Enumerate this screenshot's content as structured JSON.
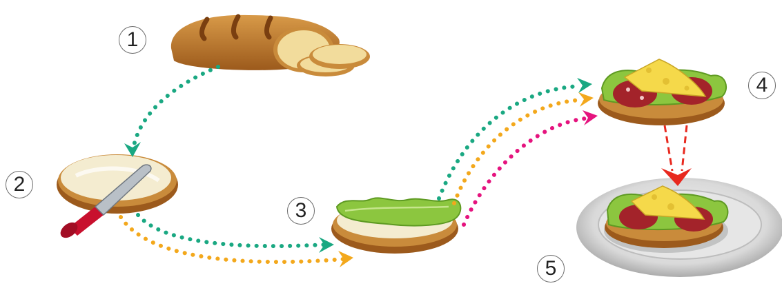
{
  "steps": [
    {
      "number": "1",
      "icon": "bread-loaf-icon"
    },
    {
      "number": "2",
      "icon": "butter-knife-bread-icon"
    },
    {
      "number": "3",
      "icon": "lettuce-bread-icon"
    },
    {
      "number": "4",
      "icon": "sandwich-icon"
    },
    {
      "number": "5",
      "icon": "sandwich-plate-icon"
    }
  ],
  "colors": {
    "green_arrow": "#1aa882",
    "orange_arrow": "#f3a81c",
    "magenta_arrow": "#e5137e",
    "red_arrow": "#e8281e",
    "bread_crust": "#c27a2c",
    "bread_crumb": "#f2dc9c",
    "butter": "#f4ecd0",
    "lettuce": "#8cc63f",
    "salami": "#a3232a",
    "cheese": "#f5d94a",
    "plate": "#cfcfcf"
  }
}
